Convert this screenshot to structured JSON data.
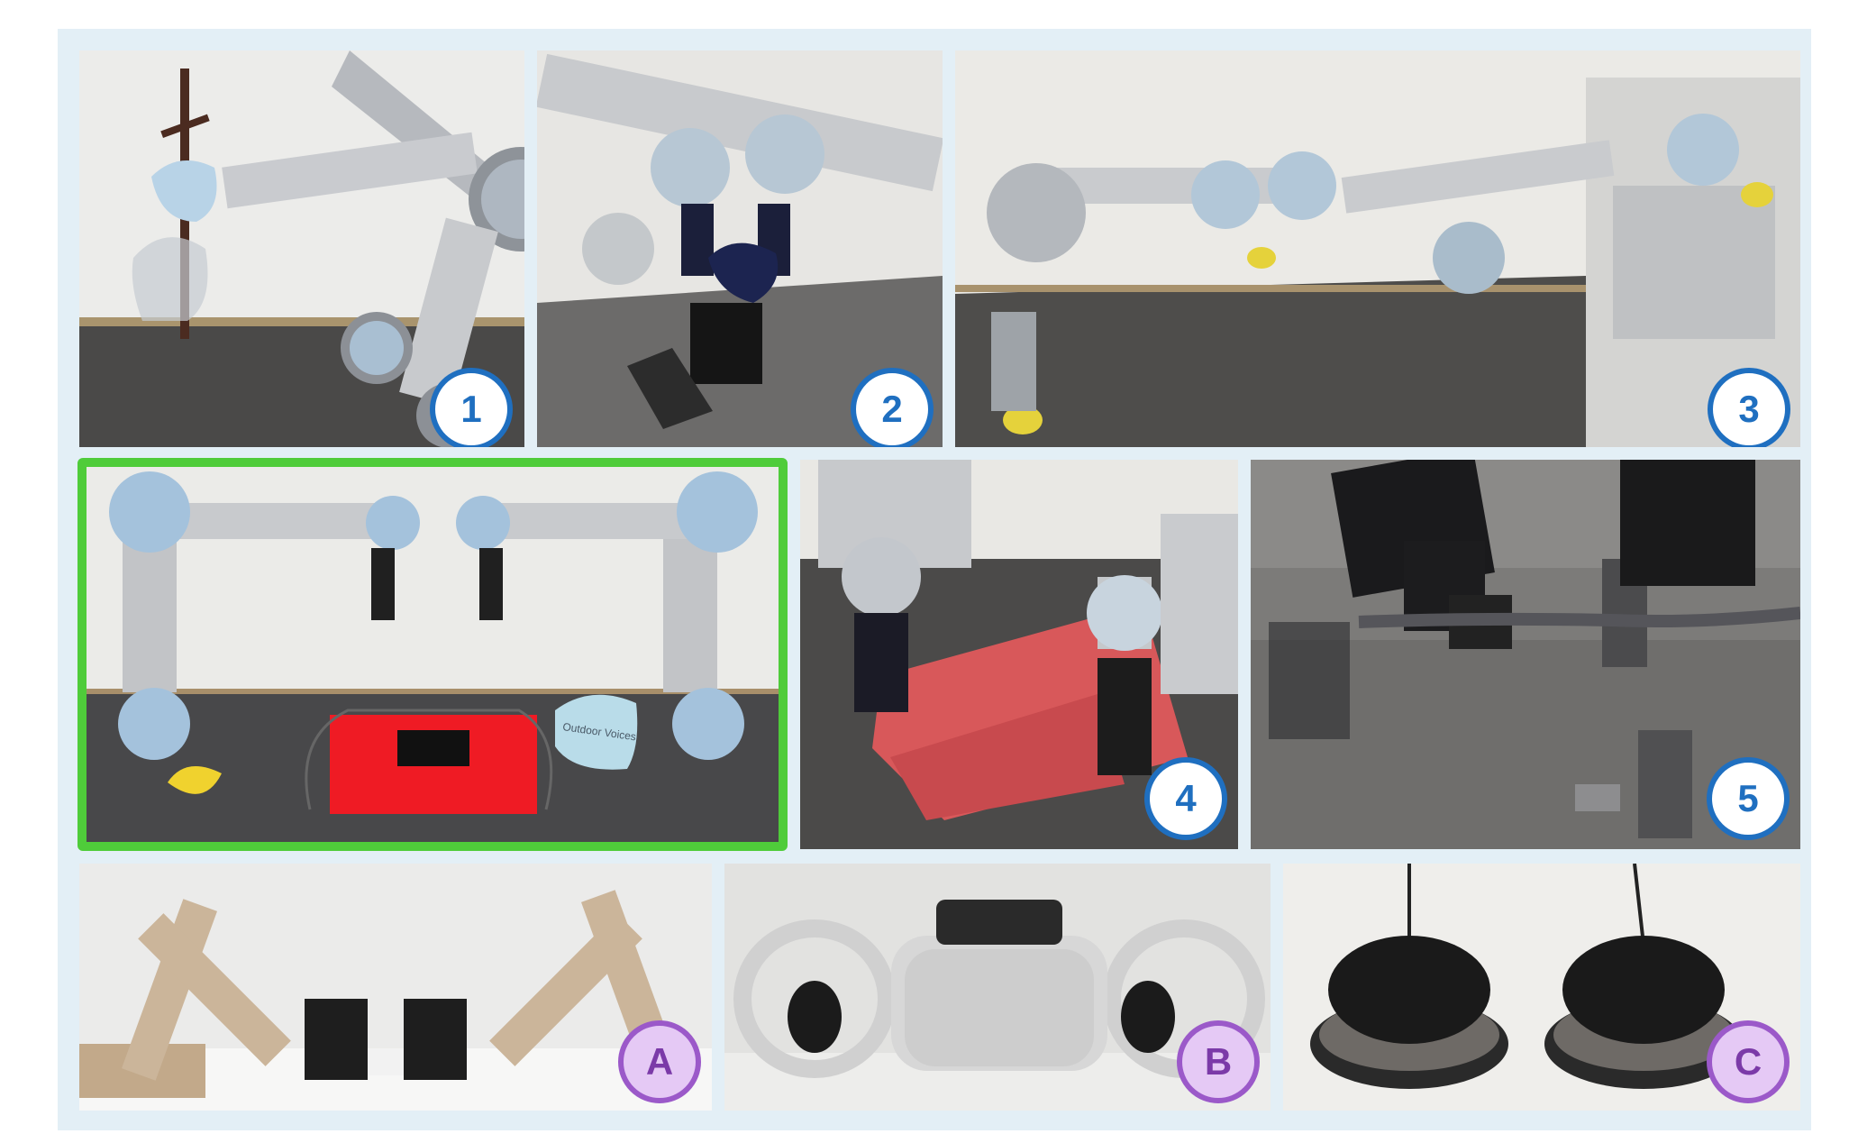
{
  "badges": {
    "b1": "1",
    "b2": "2",
    "b3": "3",
    "b4": "4",
    "b5": "5",
    "bA": "A",
    "bB": "B",
    "bC": "C"
  },
  "scene_text": {
    "cap": "Outdoor Voices"
  },
  "colors": {
    "panel_bg": "#e3eff6",
    "badge_blue": "#1f6fc0",
    "badge_purple": "#9b59c9",
    "highlight_green": "#4fcc3a"
  }
}
